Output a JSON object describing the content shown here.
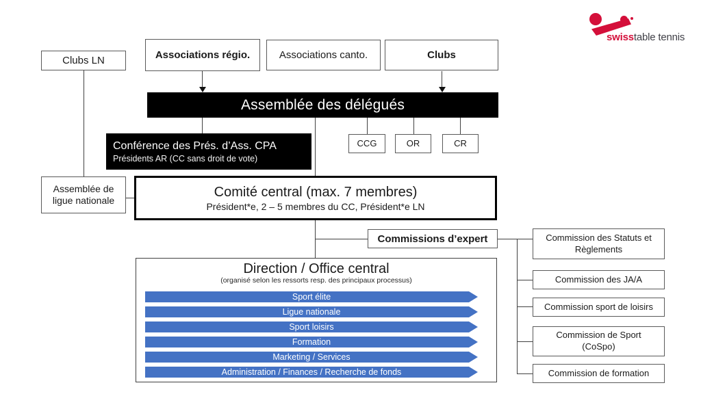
{
  "colors": {
    "accent_blue": "#4472c4",
    "brand_red": "#d40f3a",
    "logo_gray": "#3f3f46",
    "bar_black": "#000000"
  },
  "logo": {
    "brand": "swiss",
    "suffix": "table tennis"
  },
  "top_row": {
    "clubs_ln": "Clubs LN",
    "associations_regio": "Associations régio.",
    "associations_canto": "Associations canto.",
    "clubs": "Clubs"
  },
  "assembly_bar": {
    "label": "Assemblée des délégués"
  },
  "cpa": {
    "title": "Conférence des Prés. d’Ass. CPA",
    "subtitle": "Présidents AR (CC sans droit de vote)"
  },
  "small_boxes": [
    "CCG",
    "OR",
    "CR"
  ],
  "league_assembly": {
    "label": "Assemblée de ligue nationale"
  },
  "central_committee": {
    "title": "Comité central (max. 7 membres)",
    "subtitle": "Président*e, 2 – 5 membres du CC, Président*e LN"
  },
  "expert_commissions": {
    "label": "Commissions d’expert"
  },
  "commissions": [
    "Commission des Statuts et Règlements",
    "Commission des JA/A",
    "Commission sport de loisirs",
    "Commission de Sport (CoSpo)",
    "Commission de formation"
  ],
  "direction": {
    "title": "Direction / Office central",
    "subtitle": "(organisé selon les ressorts resp. des principaux processus)",
    "bars": [
      "Sport élite",
      "Ligue nationale",
      "Sport loisirs",
      "Formation",
      "Marketing / Services",
      "Administration / Finances / Recherche de fonds"
    ]
  }
}
